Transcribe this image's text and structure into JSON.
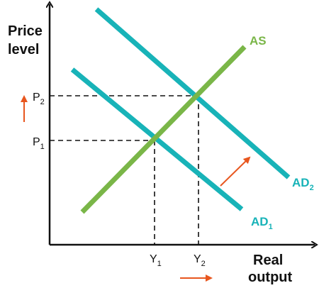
{
  "axes": {
    "y_title_line1": "Price",
    "y_title_line2": "level",
    "x_title_line1": "Real",
    "x_title_line2": "output"
  },
  "ticks": {
    "p2": {
      "main": "P",
      "sub": "2"
    },
    "p1": {
      "main": "P",
      "sub": "1"
    },
    "y1": {
      "main": "Y",
      "sub": "1"
    },
    "y2": {
      "main": "Y",
      "sub": "2"
    }
  },
  "curves": {
    "as": {
      "label": "AS",
      "color": "#7ab648"
    },
    "ad1": {
      "main": "AD",
      "sub": "1",
      "color": "#18b3b8"
    },
    "ad2": {
      "main": "AD",
      "sub": "2",
      "color": "#18b3b8"
    }
  },
  "arrow_color": "#e8561e",
  "axis_color": "#111111",
  "icons": [
    "price-up-arrow-icon",
    "demand-shift-arrow-icon",
    "output-right-arrow-icon"
  ]
}
